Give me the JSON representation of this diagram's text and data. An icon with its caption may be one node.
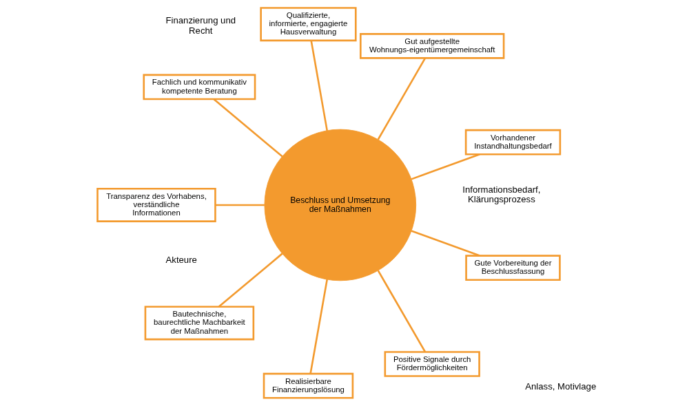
{
  "diagram": {
    "nodes": [
      {
        "text": [
          "Vorhandener Instandhaltungsbedarf"
        ]
      },
      {
        "text": [
          "Gut aufgestellte Wohnungs-eigentümergemeinschaft"
        ]
      },
      {
        "text": [
          "Qualifizierte, informierte, engagierte Hausverwaltung"
        ]
      },
      {
        "text": [
          "Fachlich und kommunikativ kompetente Beratung"
        ]
      },
      {
        "text": [
          "Transparenz des Vorhabens, verständliche Informationen"
        ]
      },
      {
        "text": [
          "Bautechnische, baurechtliche Machbarkeit der Maßnahmen"
        ]
      },
      {
        "text": [
          "Realisierbare Finanzierungslösung"
        ]
      },
      {
        "text": [
          "Positive Signale durch Fördermöglichkeiten"
        ]
      },
      {
        "text": [
          "Gute Vorbereitung der Beschlussfassung"
        ]
      },
      {
        "text": [
          "Beschluss und Umsetzung der Maßnahmen"
        ]
      }
    ],
    "edges": [
      {
        "from": 0,
        "to": 9,
        "arrow": "none"
      },
      {
        "from": 1,
        "to": 9,
        "arrow": "none"
      },
      {
        "from": 2,
        "to": 9,
        "arrow": "none"
      },
      {
        "from": 3,
        "to": 9,
        "arrow": "none"
      },
      {
        "from": 4,
        "to": 9,
        "arrow": "none"
      },
      {
        "from": 5,
        "to": 9,
        "arrow": "none"
      },
      {
        "from": 6,
        "to": 9,
        "arrow": "none"
      },
      {
        "from": 7,
        "to": 9,
        "arrow": "none"
      },
      {
        "from": 8,
        "to": 9,
        "arrow": "none"
      }
    ],
    "labels": [
      "Informationsbedarf, Klärungsprozess",
      "Akteure",
      "Finanzierung und Recht",
      "Anlass, Motivlage"
    ]
  }
}
